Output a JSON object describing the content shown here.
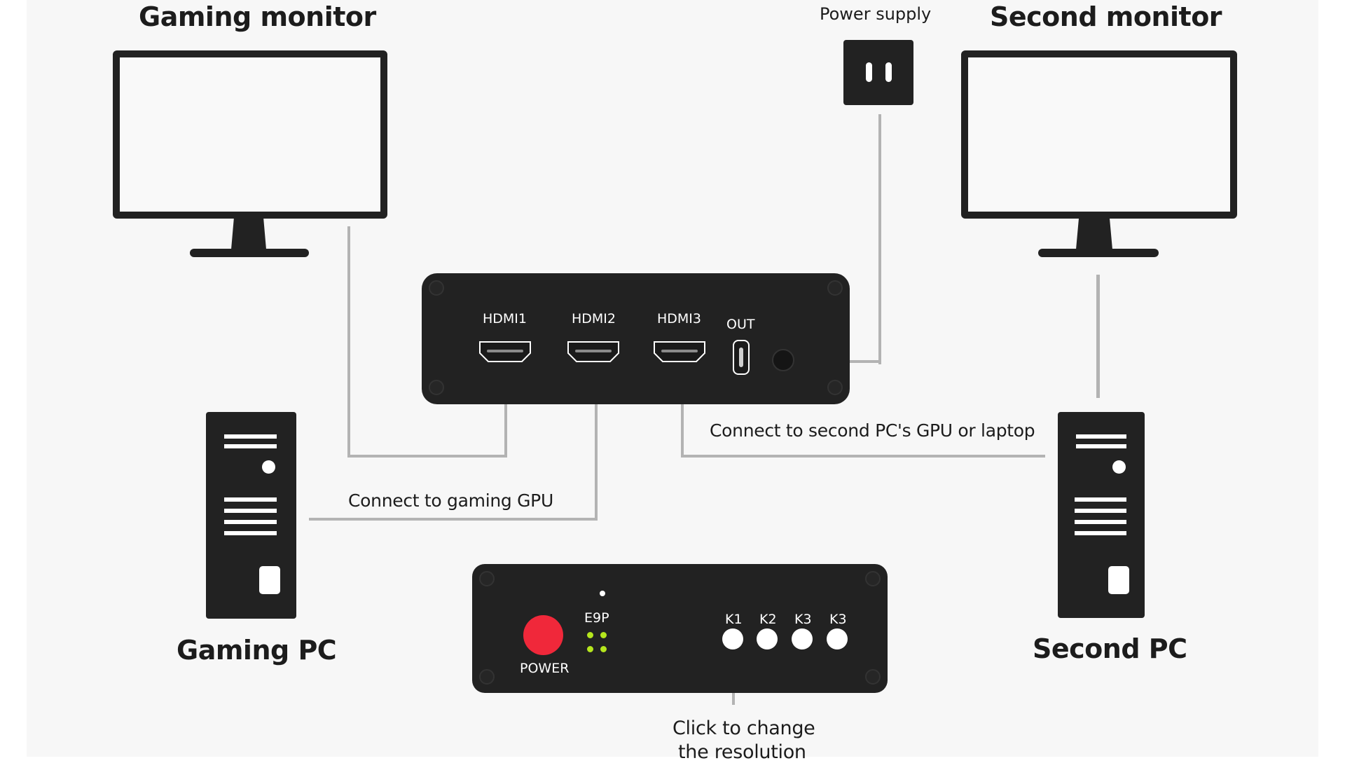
{
  "labels": {
    "gaming_monitor": "Gaming monitor",
    "second_monitor": "Second monitor",
    "power_supply": "Power supply",
    "gaming_pc": "Gaming PC",
    "second_pc": "Second PC",
    "connect_gaming_gpu": "Connect to gaming GPU",
    "connect_second_gpu": "Connect to second PC's GPU or laptop",
    "click_resolution_line1": "Click to change",
    "click_resolution_line2": "the resolution"
  },
  "rear_panel": {
    "ports": [
      {
        "label": "HDMI1",
        "type": "hdmi"
      },
      {
        "label": "HDMI2",
        "type": "hdmi"
      },
      {
        "label": "HDMI3",
        "type": "hdmi"
      },
      {
        "label": "OUT",
        "type": "usb-c"
      }
    ],
    "dc_jack": "power-jack"
  },
  "front_panel": {
    "power_label": "POWER",
    "model_label": "E9P",
    "buttons": [
      "K1",
      "K2",
      "K3",
      "K3"
    ],
    "colors": {
      "power_button": "#f0283a",
      "led": "#b5e61d",
      "button": "#ffffff"
    }
  },
  "colors": {
    "device": "#222222",
    "wire": "#b3b3b3",
    "background": "#f7f7f7"
  }
}
